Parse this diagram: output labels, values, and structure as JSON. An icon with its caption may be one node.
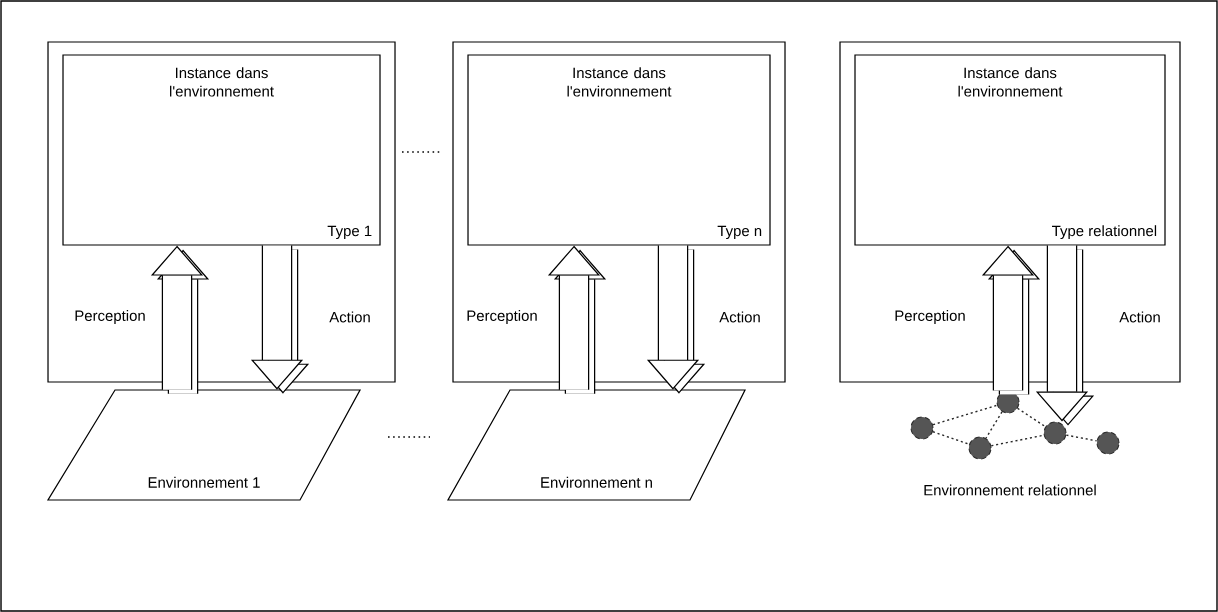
{
  "diagram": {
    "nodes": [
      {
        "text": [],
        "shape": "box"
      },
      {
        "text": [
          "Instance dans l'environnement",
          "Type 1"
        ],
        "in": 0
      },
      {
        "text": [],
        "shape": "box"
      },
      {
        "text": [
          "Instance dans l'environnement",
          "Type n"
        ],
        "in": 2
      },
      {
        "text": [],
        "shape": "box"
      },
      {
        "text": [
          "Instance dans l'environnement",
          "Type relationnel"
        ],
        "in": 4
      },
      {
        "text": [
          "Environnement 1"
        ]
      },
      {
        "text": [
          "Environnement n"
        ]
      },
      {
        "text": [],
        "shape": "circle"
      },
      {
        "text": [],
        "shape": "circle"
      },
      {
        "text": [],
        "shape": "circle"
      },
      {
        "text": [],
        "shape": "circle"
      },
      {
        "text": [],
        "shape": "circle"
      }
    ],
    "edges": [
      {
        "from": 6,
        "to": 1,
        "arrow": "to",
        "label": "Perception",
        "style": "thick"
      },
      {
        "from": 1,
        "to": 6,
        "arrow": "to",
        "label": "Action",
        "style": "thick"
      },
      {
        "from": 7,
        "to": 3,
        "arrow": "to",
        "label": "Perception",
        "style": "thick"
      },
      {
        "from": 3,
        "to": 7,
        "arrow": "to",
        "label": "Action",
        "style": "thick"
      },
      {
        "from": 9,
        "to": 5,
        "arrow": "to",
        "label": "Perception",
        "style": "thick"
      },
      {
        "from": 5,
        "to": 11,
        "arrow": "to",
        "label": "Action",
        "style": "thick"
      },
      {
        "from": 8,
        "to": 9,
        "arrow": "none",
        "style": "dashed"
      },
      {
        "from": 8,
        "to": 10,
        "arrow": "none",
        "style": "dashed"
      },
      {
        "from": 9,
        "to": 10,
        "arrow": "none",
        "style": "dashed"
      },
      {
        "from": 9,
        "to": 11,
        "arrow": "none",
        "style": "dashed"
      },
      {
        "from": 10,
        "to": 11,
        "arrow": "none",
        "style": "dashed"
      },
      {
        "from": 11,
        "to": 12,
        "arrow": "none",
        "style": "dashed"
      }
    ],
    "labels": [
      "Environnement relationnel"
    ]
  }
}
